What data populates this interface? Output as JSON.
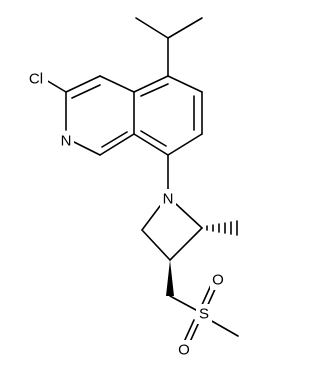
{
  "atoms": {
    "cl": "Cl",
    "n_ring": "N",
    "n_azetidine": "N",
    "s": "S",
    "o_upper": "O",
    "o_lower": "O"
  }
}
